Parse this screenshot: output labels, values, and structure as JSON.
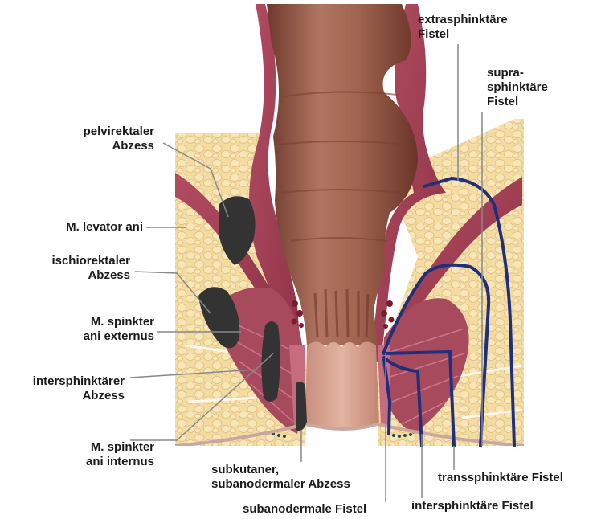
{
  "labels": {
    "pelvirektaler_abzess": [
      "pelvirektaler",
      "Abzess"
    ],
    "levator_ani": [
      "M. levator ani"
    ],
    "ischiorektaler_abzess": [
      "ischiorektaler",
      "Abzess"
    ],
    "sphincter_externus": [
      "M. spinkter",
      "ani externus"
    ],
    "intersphinktaerer_abzess": [
      "intersphinktärer",
      "Abzess"
    ],
    "sphincter_internus": [
      "M. spinkter",
      "ani internus"
    ],
    "subkutaner_abzess": [
      "subkutaner,",
      "subanodermaler Abzess"
    ],
    "subanodermale_fistel": [
      "subanodermale Fistel"
    ],
    "intersphinktaere_fistel": [
      "intersphinktäre Fistel"
    ],
    "transsphinktaere_fistel": [
      "transsphinktäre Fistel"
    ],
    "suprasphinktaere_fistel": [
      "supra-",
      "sphinktäre",
      "Fistel"
    ],
    "extrasphinktaere_fistel": [
      "extrasphinktäre",
      "Fistel"
    ]
  },
  "colors": {
    "fat": "#f3dba2",
    "muscle": "#a8435a",
    "bowel": "#9a5a4a",
    "abscess": "#333333",
    "fistula": "#1f2f7a",
    "leader": "#888888"
  }
}
